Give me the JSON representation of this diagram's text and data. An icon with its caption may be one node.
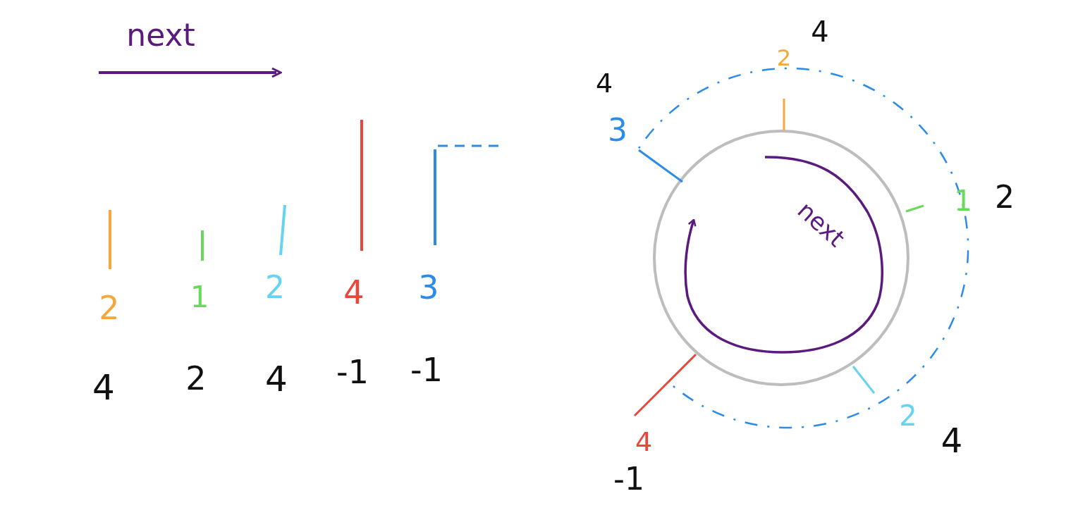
{
  "diagram": {
    "labels": [
      "next",
      "2",
      "1",
      "2",
      "4",
      "3",
      "4",
      "2",
      "4",
      "-1",
      "-1",
      "4",
      "2",
      "4",
      "3",
      "next",
      "1",
      "2",
      "2",
      "4",
      "4",
      "-1"
    ]
  }
}
